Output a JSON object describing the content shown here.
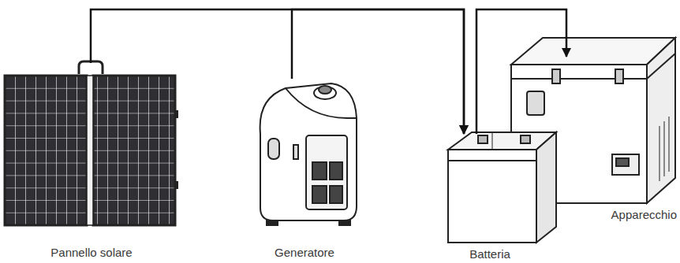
{
  "diagram": {
    "nodes": [
      {
        "text": [
          "Pannello solare"
        ]
      },
      {
        "text": [
          "Generatore"
        ]
      },
      {
        "text": [
          "Batteria"
        ]
      },
      {
        "text": [
          "Apparecchio"
        ]
      }
    ],
    "edges": [
      {
        "from": 0,
        "to": 2,
        "arrow": "to"
      },
      {
        "from": 1,
        "to": 2,
        "arrow": "to"
      },
      {
        "from": 2,
        "to": 3,
        "arrow": "to"
      }
    ]
  }
}
